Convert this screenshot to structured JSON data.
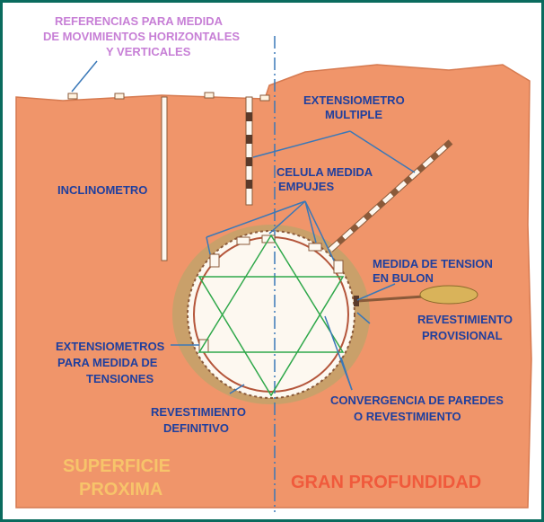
{
  "labels": {
    "references_line1": "REFERENCIAS PARA MEDIDA",
    "references_line2": "DE MOVIMIENTOS HORIZONTALES",
    "references_line3": "Y VERTICALES",
    "multiple_extensometer_line1": "EXTENSIOMETRO",
    "multiple_extensometer_line2": "MULTIPLE",
    "inclinometer": "INCLINOMETRO",
    "pressure_cell_line1": "CELULA MEDIDA",
    "pressure_cell_line2": "EMPUJES",
    "bolt_tension_line1": "MEDIDA DE TENSION",
    "bolt_tension_line2": "EN BULON",
    "provisional_lining_line1": "REVESTIMIENTO",
    "provisional_lining_line2": "PROVISIONAL",
    "stress_extensometers_line1": "EXTENSIOMETROS",
    "stress_extensometers_line2": "PARA MEDIDA DE",
    "stress_extensometers_line3": "TENSIONES",
    "definitive_lining_line1": "REVESTIMIENTO",
    "definitive_lining_line2": "DEFINITIVO",
    "convergence_line1": "CONVERGENCIA DE PAREDES",
    "convergence_line2": "O REVESTIMIENTO",
    "near_surface_line1": "SUPERFICIE",
    "near_surface_line2": "PROXIMA",
    "great_depth": "GRAN PROFUNDIDAD"
  },
  "colors": {
    "frame": "#0a6b5e",
    "ground": "#f0956a",
    "ground_outline": "#d67a50",
    "tunnel_void": "#fdf8f0",
    "label_text": "#1f3f9e",
    "reference_text": "#c77fd6",
    "leader_lines": "#3a78b8",
    "convergence_lines": "#2fa84a",
    "instrument": "#b4553a",
    "surface_title": "#f7c46a",
    "depth_title": "#f05a3c"
  }
}
